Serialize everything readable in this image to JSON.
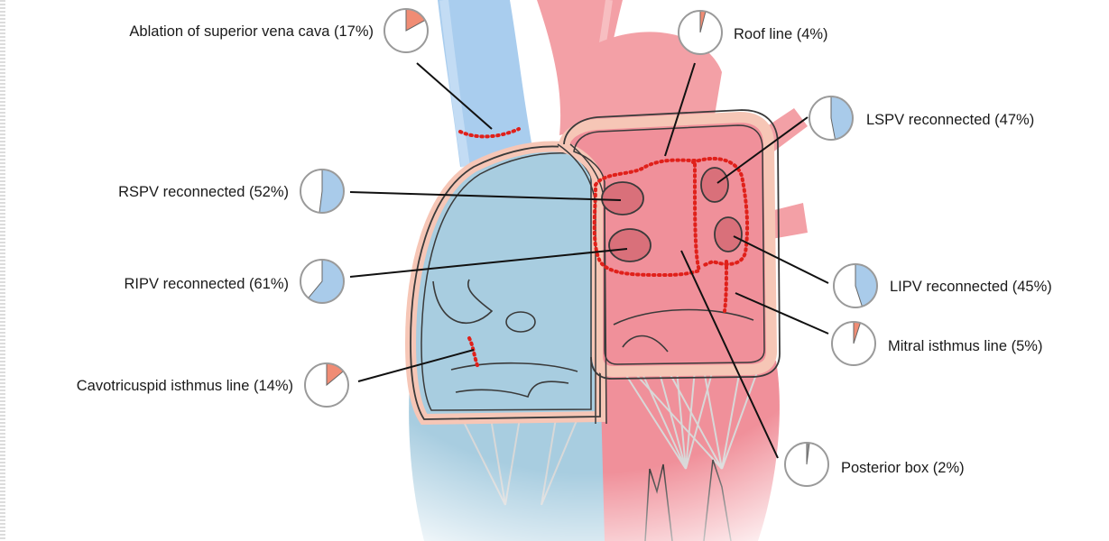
{
  "labels": {
    "svc": "Ablation of superior vena cava (17%)",
    "roof": "Roof line (4%)",
    "lspv": "LSPV reconnected (47%)",
    "rspv": "RSPV reconnected (52%)",
    "ripv": "RIPV reconnected (61%)",
    "lipv": "LIPV reconnected (45%)",
    "mitral": "Mitral isthmus line (5%)",
    "cti": "Cavotricuspid isthmus line (14%)",
    "posterior": "Posterior box (2%)"
  },
  "pies": [
    {
      "id": "svc",
      "fraction": 0.17,
      "color": "#f08c74"
    },
    {
      "id": "roof",
      "fraction": 0.04,
      "color": "#f08c74"
    },
    {
      "id": "lspv",
      "fraction": 0.47,
      "color": "#a9cbea"
    },
    {
      "id": "rspv",
      "fraction": 0.52,
      "color": "#a9cbea"
    },
    {
      "id": "ripv",
      "fraction": 0.61,
      "color": "#a9cbea"
    },
    {
      "id": "lipv",
      "fraction": 0.45,
      "color": "#a9cbea"
    },
    {
      "id": "mitral",
      "fraction": 0.05,
      "color": "#f08c74"
    },
    {
      "id": "cti",
      "fraction": 0.14,
      "color": "#f08c74"
    },
    {
      "id": "posterior",
      "fraction": 0.02,
      "color": "#9a9a9a"
    }
  ],
  "colors": {
    "right_atrium": "#a8cde0",
    "left_atrium": "#f0909a",
    "wall": "#f6c6b6",
    "outline": "#3a3a3a",
    "ablation_dots": "#e0201a",
    "vena_cava": "#a9cdee"
  }
}
